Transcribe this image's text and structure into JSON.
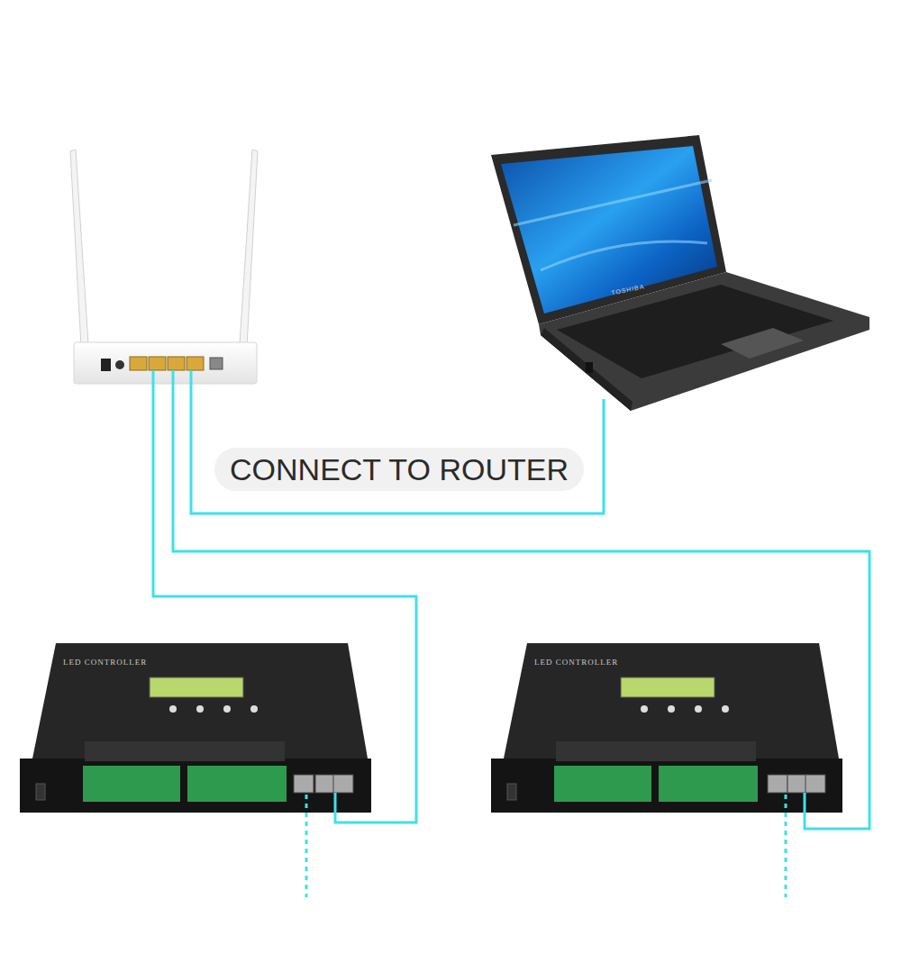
{
  "diagram": {
    "nodes": [
      {
        "text": []
      },
      {
        "text": [
          "TOSHIBA"
        ]
      },
      {
        "text": [
          "CONNECT TO ROUTER"
        ]
      },
      {
        "text": [
          "LED CONTROLLER"
        ]
      },
      {
        "text": [
          "LED CONTROLLER"
        ]
      }
    ],
    "edges": [
      {
        "from": 0,
        "to": 1,
        "arrow": "none"
      },
      {
        "from": 0,
        "to": 3,
        "arrow": "none"
      },
      {
        "from": 0,
        "to": 4,
        "arrow": "none"
      }
    ]
  }
}
